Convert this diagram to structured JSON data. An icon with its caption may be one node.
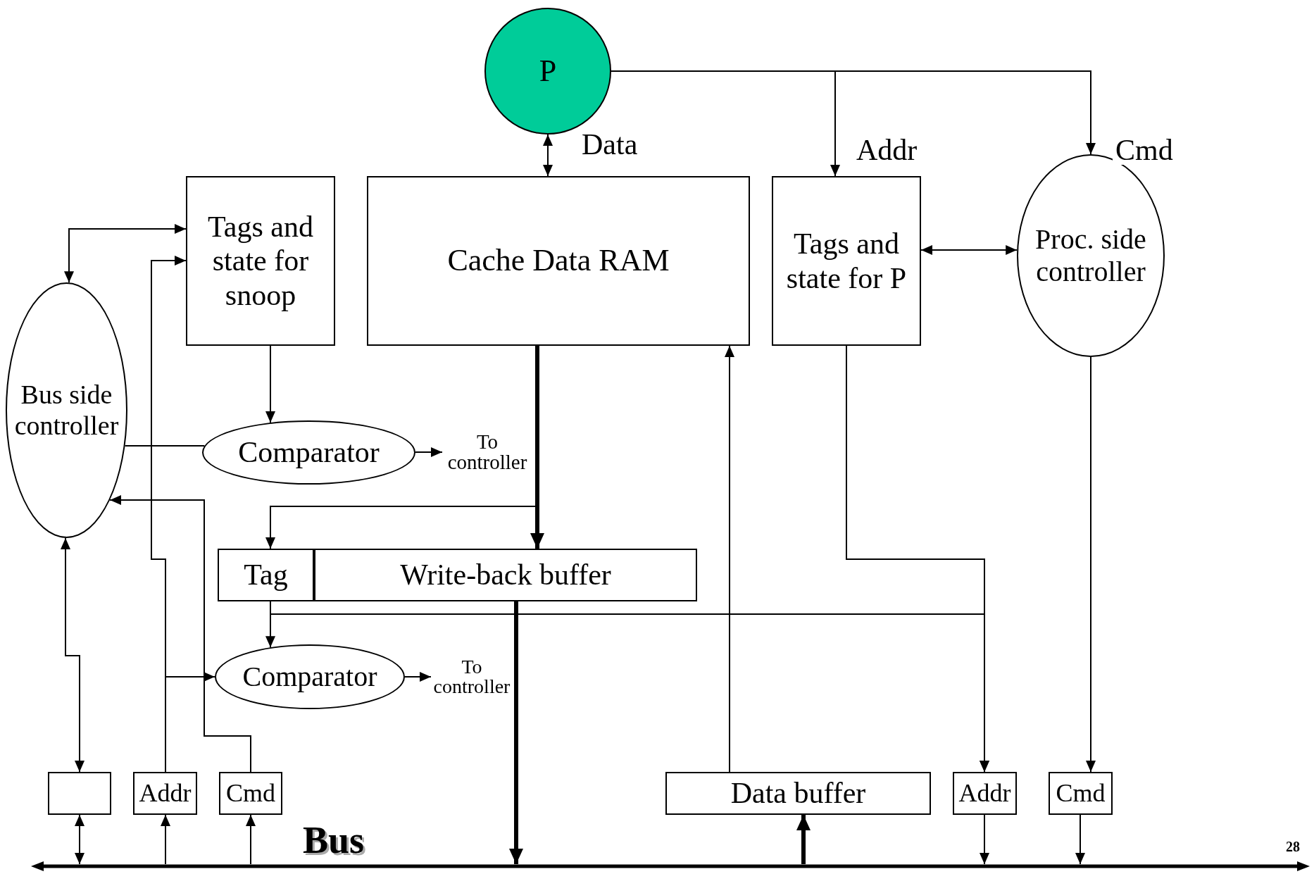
{
  "diagram": {
    "nodes": [
      {
        "text": [
          "P"
        ]
      },
      {
        "text": [
          "Tags and state for snoop"
        ]
      },
      {
        "text": [
          "Cache Data RAM"
        ]
      },
      {
        "text": [
          "Tags and state for P"
        ]
      },
      {
        "text": [
          "Proc. side controller"
        ]
      },
      {
        "text": [
          "Bus side controller"
        ]
      },
      {
        "text": [
          "Comparator"
        ]
      },
      {
        "text": [
          "Tag"
        ]
      },
      {
        "text": [
          "Write-back buffer"
        ]
      },
      {
        "text": [
          "Comparator"
        ]
      },
      {
        "text": [],
        "shape": "box"
      },
      {
        "text": [
          "Addr"
        ]
      },
      {
        "text": [
          "Cmd"
        ]
      },
      {
        "text": [
          "Data buffer"
        ]
      },
      {
        "text": [
          "Addr"
        ]
      },
      {
        "text": [
          "Cmd"
        ]
      },
      {
        "text": [],
        "shape": "bar"
      },
      {
        "text": [
          "To controller"
        ]
      },
      {
        "text": [
          "To controller"
        ]
      }
    ],
    "edges": [
      {
        "from": 0,
        "to": 2,
        "arrow": "both",
        "label": "Data"
      },
      {
        "from": 0,
        "to": 3,
        "arrow": "to",
        "label": "Addr"
      },
      {
        "from": 0,
        "to": 4,
        "arrow": "to",
        "label": "Cmd"
      },
      {
        "from": 3,
        "to": 4,
        "arrow": "both"
      },
      {
        "from": 5,
        "to": 1,
        "arrow": "both"
      },
      {
        "from": 11,
        "to": 1,
        "arrow": "to"
      },
      {
        "from": 1,
        "to": 6,
        "arrow": "to"
      },
      {
        "from": 5,
        "to": 6,
        "arrow": "none"
      },
      {
        "from": 6,
        "to": 17,
        "arrow": "to"
      },
      {
        "from": 2,
        "to": 8,
        "arrow": "to",
        "style": "thick"
      },
      {
        "from": 2,
        "to": 7,
        "arrow": "to"
      },
      {
        "from": 12,
        "to": 5,
        "arrow": "to"
      },
      {
        "from": 7,
        "to": 9,
        "arrow": "to"
      },
      {
        "from": 7,
        "to": 14,
        "arrow": "to"
      },
      {
        "from": 11,
        "to": 9,
        "arrow": "to"
      },
      {
        "from": 9,
        "to": 18,
        "arrow": "to"
      },
      {
        "from": 3,
        "to": 14,
        "arrow": "to"
      },
      {
        "from": 4,
        "to": 15,
        "arrow": "to"
      },
      {
        "from": 13,
        "to": 2,
        "arrow": "to"
      },
      {
        "from": 5,
        "to": 10,
        "arrow": "both"
      },
      {
        "from": 10,
        "to": 16,
        "arrow": "both"
      },
      {
        "from": 16,
        "to": 11,
        "arrow": "to"
      },
      {
        "from": 16,
        "to": 12,
        "arrow": "to"
      },
      {
        "from": 8,
        "to": 16,
        "arrow": "to",
        "style": "thick"
      },
      {
        "from": 16,
        "to": 13,
        "arrow": "to",
        "style": "thick"
      },
      {
        "from": 14,
        "to": 16,
        "arrow": "to"
      },
      {
        "from": 15,
        "to": 16,
        "arrow": "to"
      }
    ],
    "labels": [
      "Bus",
      "28"
    ]
  }
}
